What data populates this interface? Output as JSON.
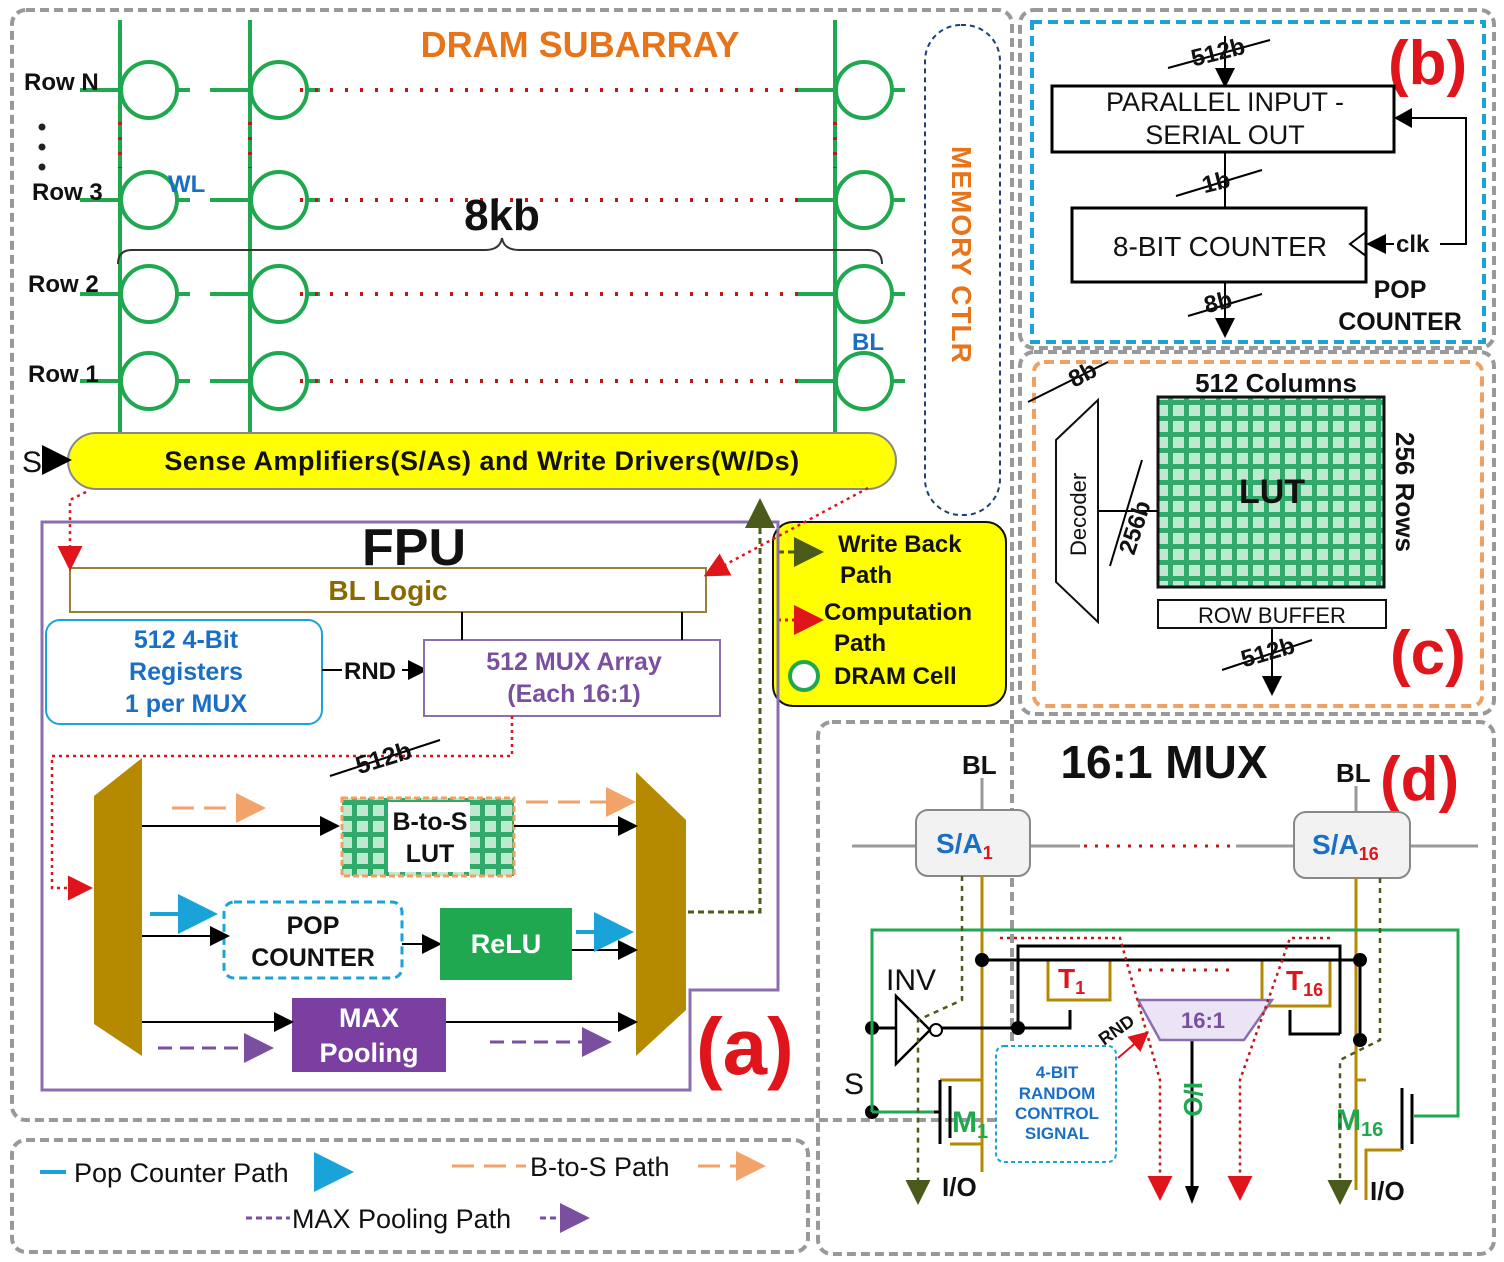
{
  "colors": {
    "green": "#1fa84f",
    "orange": "#e8741a",
    "blue": "#1a6fc4",
    "red": "#e0151b",
    "gold": "#b58a00",
    "purple": "#7a4fa0",
    "yellow": "#ffff00",
    "cyan": "#1aa3d9",
    "olive": "#4a5a1a",
    "lut_green": "#2eaa6a"
  },
  "subarray": {
    "title": "DRAM SUBARRAY",
    "rows": [
      "Row N",
      "Row 3",
      "Row 2",
      "Row 1"
    ],
    "wl": "WL",
    "bl": "BL",
    "width": "8kb",
    "sense_amp": "Sense Amplifiers(S/As) and Write Drivers(W/Ds)",
    "s_label": "S"
  },
  "memory_ctlr": "MEMORY CTLR",
  "panel_b": {
    "tag": "(b)",
    "bits_in": "512b",
    "piso_line1": "PARALLEL INPUT -",
    "piso_line2": "SERIAL OUT",
    "bits_mid": "1b",
    "counter": "8-BIT COUNTER",
    "clk": "clk",
    "bits_out": "8b",
    "caption1": "POP",
    "caption2": "COUNTER"
  },
  "panel_c": {
    "tag": "(c)",
    "bits_in": "8b",
    "columns": "512 Columns",
    "rows": "256 Rows",
    "decoder": "Decoder",
    "bits_dec": "256b",
    "lut": "LUT",
    "row_buffer": "ROW BUFFER",
    "bits_out": "512b"
  },
  "panel_a": {
    "tag": "(a)",
    "title": "FPU",
    "bl_logic": "BL Logic",
    "registers": [
      "512 4-Bit",
      "Registers",
      "1 per MUX"
    ],
    "rnd": "RND",
    "mux_array": [
      "512 MUX Array",
      "(Each 16:1)"
    ],
    "bits": "512b",
    "btos": [
      "B-to-S",
      "LUT"
    ],
    "pop": [
      "POP",
      "COUNTER"
    ],
    "relu": "ReLU",
    "maxpool": [
      "MAX",
      "Pooling"
    ]
  },
  "legend_box": {
    "write_back": [
      "Write Back",
      "Path"
    ],
    "computation": [
      "Computation",
      "Path"
    ],
    "dram_cell": "DRAM Cell"
  },
  "panel_d": {
    "tag": "(d)",
    "title": "16:1 MUX",
    "bl_left": "BL",
    "bl_right": "BL",
    "sa1": "S/A",
    "sa1_sub": "1",
    "sa16": "S/A",
    "sa16_sub": "16",
    "inv": "INV",
    "t1": "T",
    "t1_sub": "1",
    "t16": "T",
    "t16_sub": "16",
    "mux": "16:1",
    "rnd": "RND",
    "random": [
      "4-BIT",
      "RANDOM",
      "CONTROL",
      "SIGNAL"
    ],
    "io_center": "I/O",
    "s_label": "S",
    "m1": "M",
    "m1_sub": "1",
    "m16": "M",
    "m16_sub": "16",
    "io_left": "I/O",
    "io_right": "I/O"
  },
  "legend": {
    "pop": "Pop Counter Path",
    "btos": "B-to-S Path",
    "maxpool": "MAX Pooling Path"
  }
}
